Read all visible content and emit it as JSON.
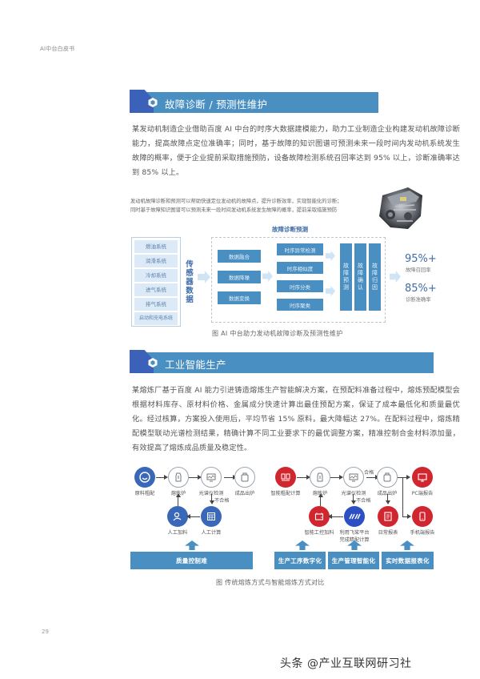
{
  "page": {
    "running_header": "AI中台白皮书",
    "page_number": "29",
    "watermark": "头条 @产业互联网研习社"
  },
  "section1": {
    "title": "故障诊断 / 预测性维护",
    "icon": "hexagon-badge-icon",
    "paragraph": "某发动机制造企业借助百度 AI 中台的时序大数据建模能力，助力工业制造企业构建发动机故障诊断能力，提高故障点定位准确率；同时，基于故障的知识图谱可预测未来一段时间内发动机系统发生故障的概率，便于企业提前采取措施预防，设备故障检测系统召回率达到 95% 以上，诊断准确率达到 85% 以上。",
    "figure": {
      "note_line1": "发动机故障诊断和预测可以帮助快速定位发动机的故障点，提升诊断效率，实现智能化的诊断；",
      "note_line2": "同时基于故障知识图谱可以预测未来一段时间发动机系统发生故障的概率，提前采取措施预防",
      "engine_image": "engine-photo",
      "diagram_title": "故障诊断预测",
      "systems": [
        "燃油系统",
        "润滑系统",
        "冷却系统",
        "进气系统",
        "排气系统",
        "启动和充电系统"
      ],
      "sensor_label": "传感器数据",
      "data_steps": [
        "数据融合",
        "数据降噪",
        "数据变换"
      ],
      "ts_steps": [
        "时序异常检测",
        "时序相似度",
        "时序分类",
        "时序聚类"
      ],
      "fault_steps": [
        "故障预测",
        "故障确认",
        "故障归因"
      ],
      "stats": [
        {
          "value": "95%+",
          "label": "故障召回率"
        },
        {
          "value": "85%+",
          "label": "诊断准确率"
        }
      ],
      "caption": "图  AI 中台助力发动机故障诊断及预测性维护"
    }
  },
  "section2": {
    "title": "工业智能生产",
    "icon": "hexagon-badge-icon",
    "paragraph": "某熔炼厂基于百度 AI 能力引进铸造熔炼生产智能解决方案，在预配料准备过程中，熔炼预配模型会根据材料库存、原材料价格、金属成分快速计算出最佳预配方案，保证了成本最低化和质量最优化。经过核算，方案投入使用后，平均节省 15% 原料，最大降幅达 27%。在配料过程中，熔炼精配模型联动光谱检测结果，精确计算不同工业要求下的最优调整方案，精准控制合金材料添加量，有效提高了熔炼成品质量及稳定性。",
    "figure": {
      "traditional": {
        "nodes": [
          "原料粗配",
          "熔炼炉",
          "光谱仪检测",
          "成品出炉",
          "人工加料",
          "人工计算"
        ],
        "reject_label": "不合格"
      },
      "smart": {
        "nodes": [
          "智能粗配计算",
          "熔炼炉",
          "光谱仪检测",
          "成品出炉",
          "PC端报告",
          "智能工控加料",
          "利用飞桨平台完成精配计算",
          "日常报表",
          "手机端报告"
        ],
        "node_line1": "利用飞桨平台",
        "node_line2": "完成精配计算",
        "pass_label": "合格",
        "reject_label": "不合格"
      },
      "bottom_bars": [
        "质量控制难",
        "生产工序数字化",
        "生产管理智能化",
        "实时数据报表化"
      ],
      "colors": {
        "blue_node": "#3a68b8",
        "red_node": "#d0262f",
        "bar": "#4a8fc1"
      },
      "caption": "图  传统熔炼方式与智能熔炼方式对比"
    }
  }
}
